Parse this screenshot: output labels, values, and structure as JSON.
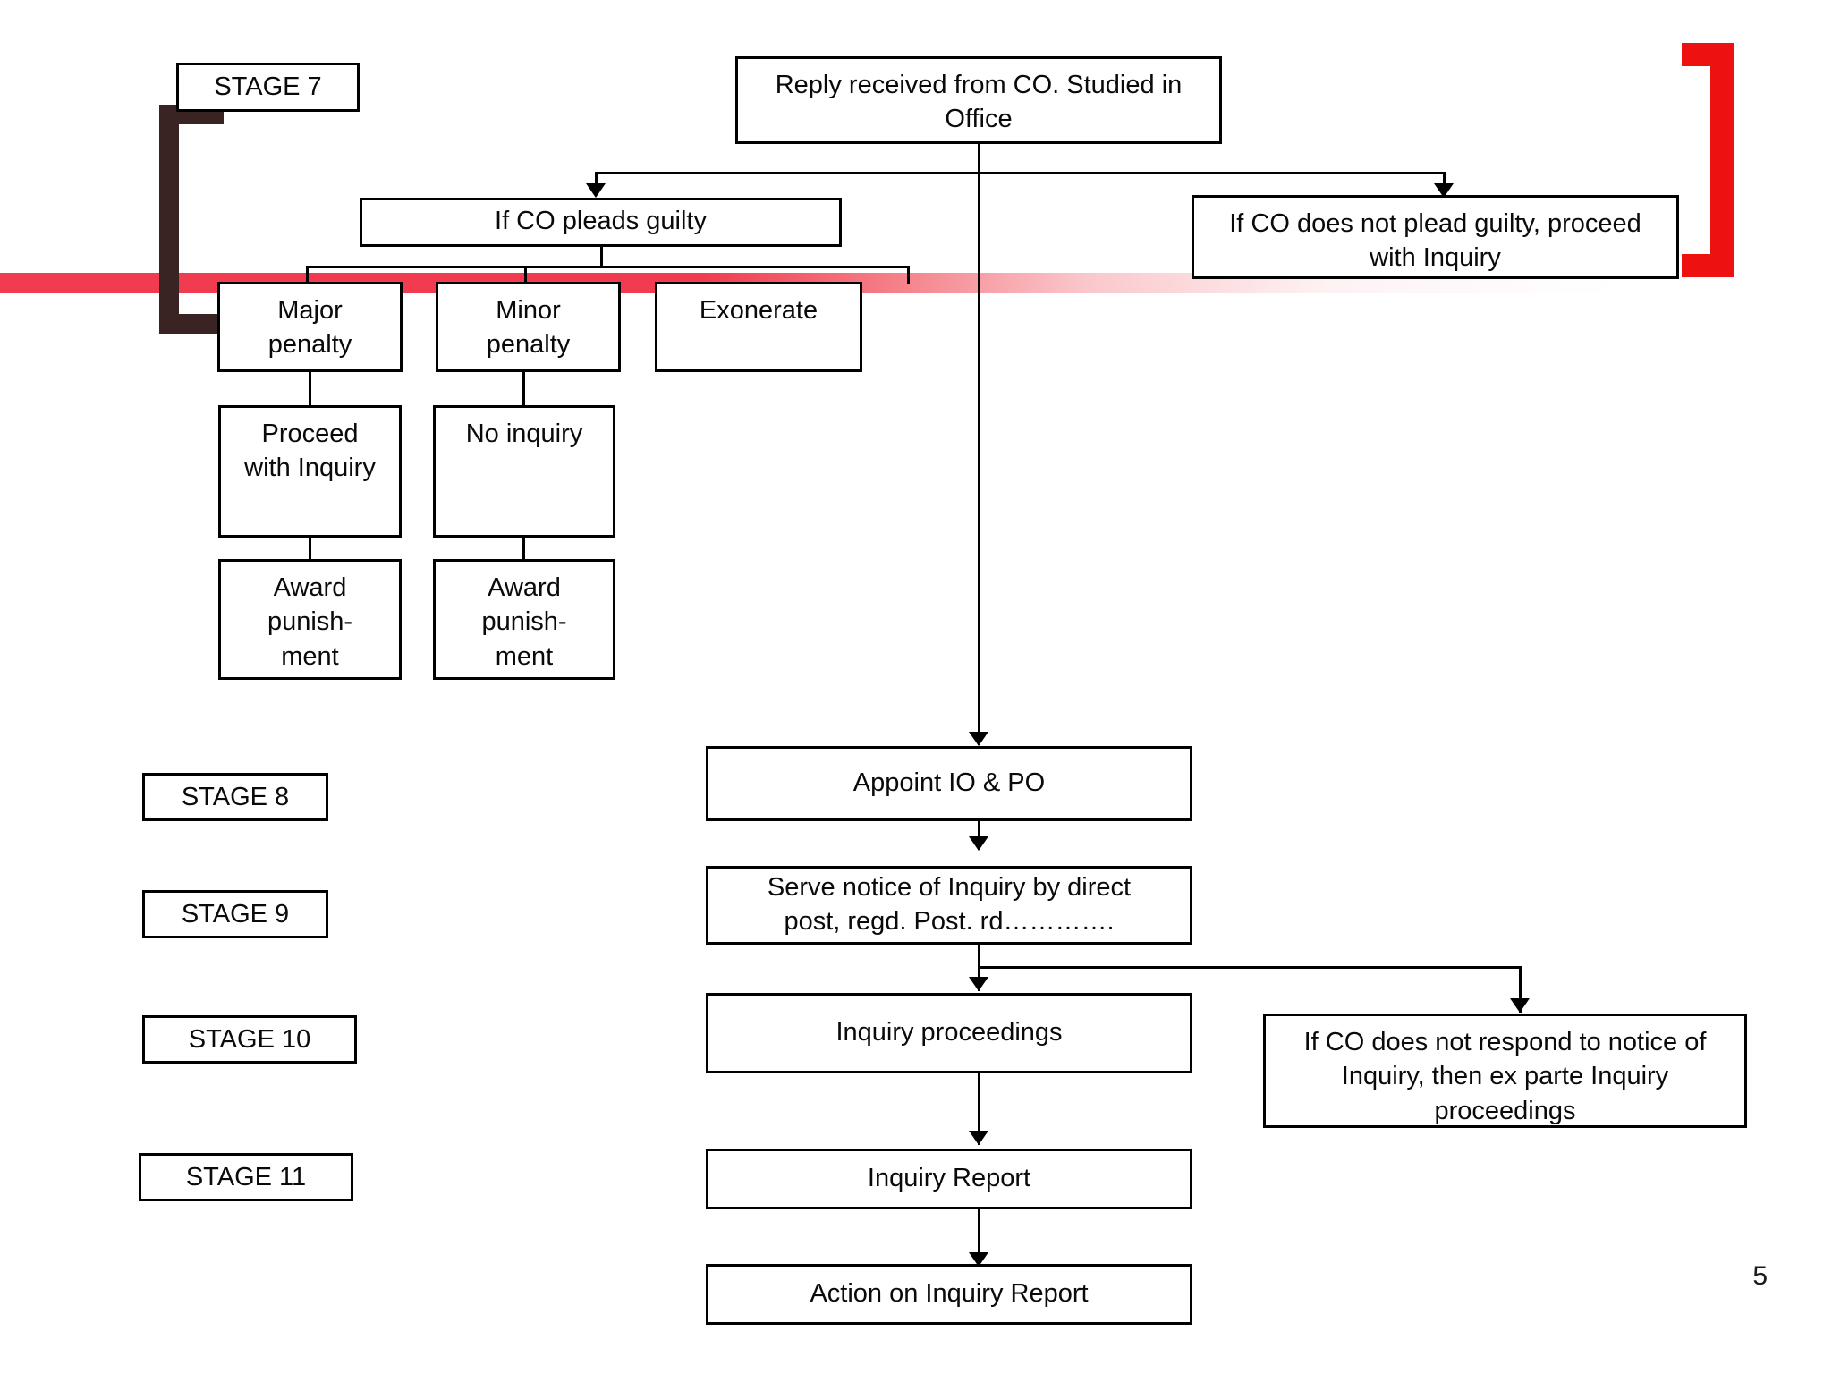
{
  "page": {
    "number": "5",
    "background": "#ffffff",
    "accent_red": "#ee1111",
    "band_red": "#f03c4e",
    "bracket_brown": "#3a2323",
    "line_black": "#000000"
  },
  "stage_labels": [
    {
      "id": "stage-7",
      "label": "STAGE 7"
    },
    {
      "id": "stage-8",
      "label": "STAGE 8"
    },
    {
      "id": "stage-9",
      "label": "STAGE 9"
    },
    {
      "id": "stage-10",
      "label": "STAGE 10"
    },
    {
      "id": "stage-11",
      "label": "STAGE 11"
    }
  ],
  "nodes": {
    "reply_received": "Reply received from CO. Studied in\nOffice",
    "pleads_guilty": "If CO pleads guilty",
    "not_plead_guilty": "If CO does not plead guilty, proceed\nwith Inquiry",
    "major_penalty": "Major\npenalty",
    "minor_penalty": "Minor\npenalty",
    "exonerate": "Exonerate",
    "proceed_inquiry": "Proceed\nwith Inquiry",
    "no_inquiry": "No inquiry",
    "award_punishment_major": "Award\npunish-\nment",
    "award_punishment_minor": "Award\npunish-\nment",
    "appoint_io_po": "Appoint IO & PO",
    "serve_notice": "Serve notice of Inquiry by direct\npost, regd. Post. rd………….",
    "inquiry_proceedings": "Inquiry proceedings",
    "ex_parte": "If CO does not respond to notice of\nInquiry, then ex parte  Inquiry\nproceedings",
    "inquiry_report": "Inquiry Report",
    "action_on_report": "Action on Inquiry Report"
  }
}
